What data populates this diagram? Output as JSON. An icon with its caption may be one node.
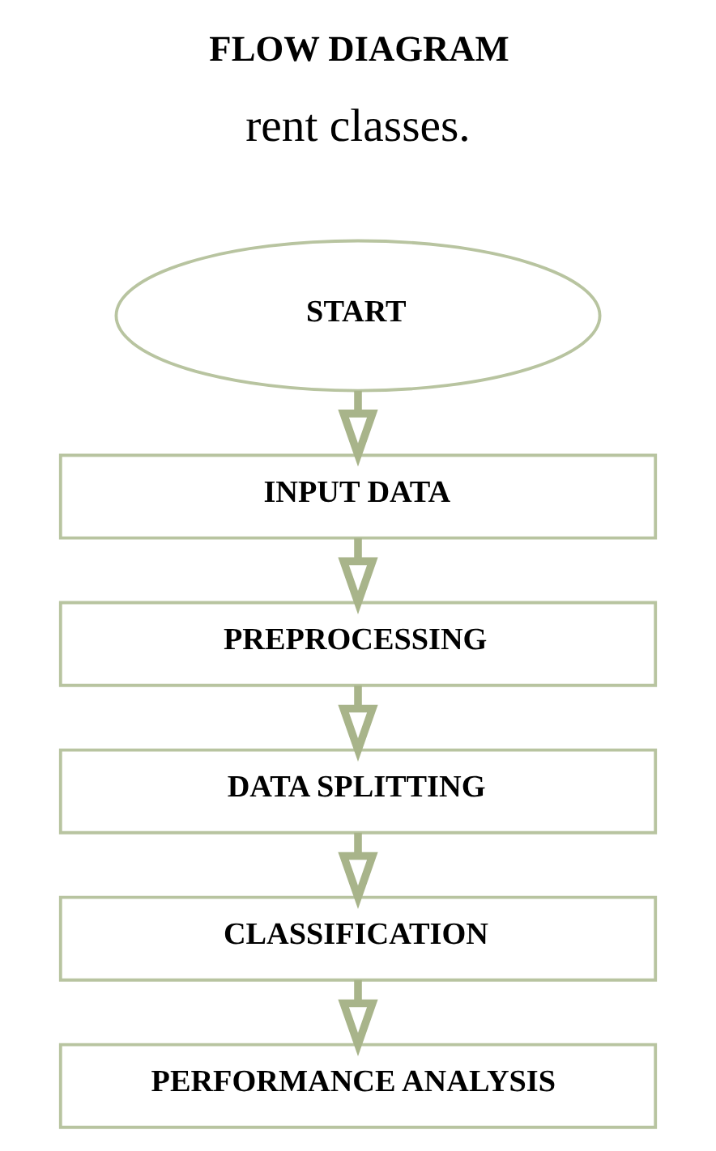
{
  "diagram": {
    "title": "FLOW DIAGRAM",
    "nodes": [
      {
        "text": [
          "START"
        ]
      },
      {
        "text": [
          "INPUT DATA"
        ]
      },
      {
        "text": [
          "PREPROCESSING"
        ]
      },
      {
        "text": [
          "DATA SPLITTING"
        ]
      },
      {
        "text": [
          "CLASSIFICATION"
        ]
      },
      {
        "text": [
          "PERFORMANCE ANALYSIS"
        ]
      }
    ],
    "edges": [
      {
        "from": 0,
        "to": 1,
        "arrow": "to"
      },
      {
        "from": 1,
        "to": 2,
        "arrow": "to"
      },
      {
        "from": 2,
        "to": 3,
        "arrow": "to"
      },
      {
        "from": 3,
        "to": 4,
        "arrow": "to"
      },
      {
        "from": 4,
        "to": 5,
        "arrow": "to"
      }
    ],
    "labels": [
      "rent classes."
    ]
  }
}
